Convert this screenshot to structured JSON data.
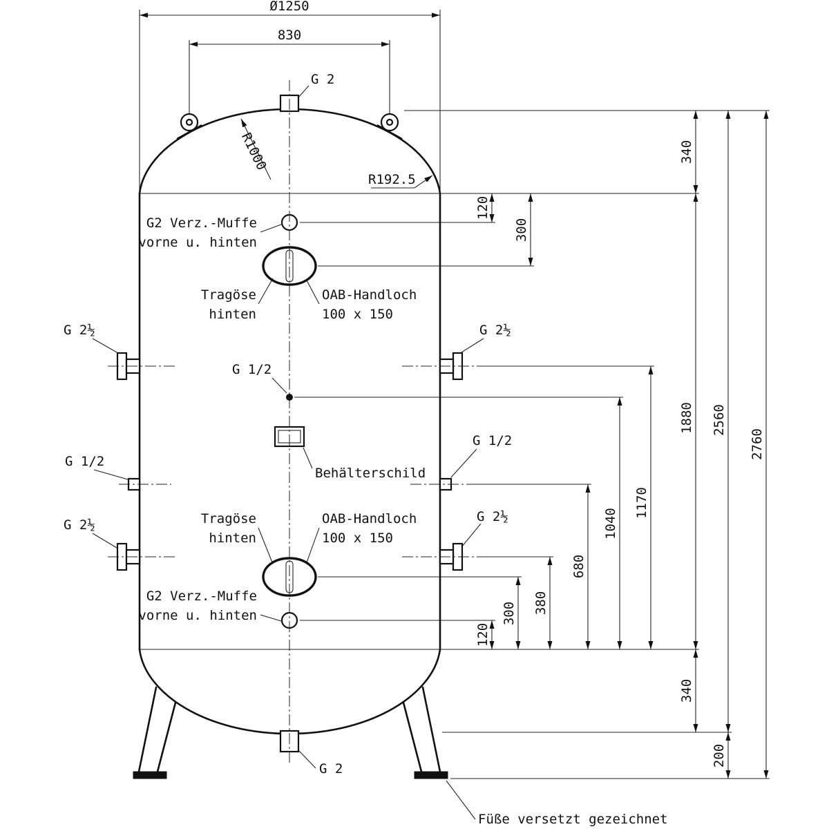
{
  "drawing": {
    "labels": {
      "dia1250": "Ø1250",
      "dim830": "830",
      "g2": "G 2",
      "r1000": "R1000",
      "r1925": "R192.5",
      "muffe1": "G2 Verz.-Muffe",
      "muffe2": "vorne u. hinten",
      "trag1": "Tragöse",
      "trag2": "hinten",
      "hand1": "OAB-Handloch",
      "hand2": "100 x 150",
      "g2half": "G 2½",
      "ghalf": "G 1/2",
      "schild": "Behälterschild",
      "fuesse": "Füße versetzt gezeichnet"
    },
    "dims": {
      "d120": "120",
      "d300": "300",
      "d340": "340",
      "d380": "380",
      "d680": "680",
      "d1040": "1040",
      "d1170": "1170",
      "d1880": "1880",
      "d200": "200",
      "d2560": "2560",
      "d2760": "2760"
    },
    "colors": {
      "ink": "#111111",
      "background": "#ffffff"
    }
  }
}
